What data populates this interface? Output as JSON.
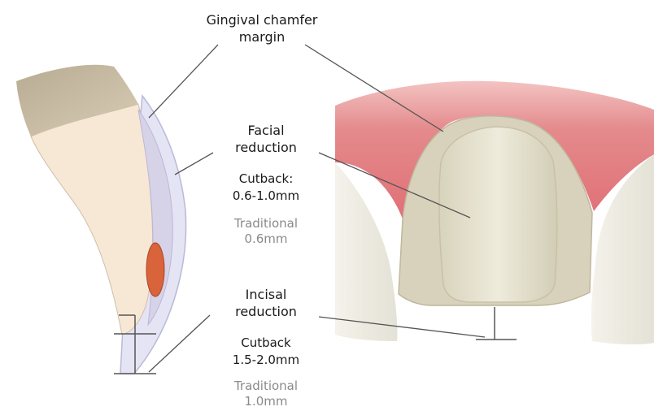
{
  "labels": {
    "gingival": {
      "line1": "Gingival chamfer",
      "line2": "margin"
    },
    "facial": {
      "line1": "Facial",
      "line2": "reduction"
    },
    "facial_cutback": {
      "line1": "Cutback:",
      "line2": "0.6-1.0mm"
    },
    "facial_traditional": {
      "line1": "Traditional",
      "line2": "0.6mm"
    },
    "incisal": {
      "line1": "Incisal",
      "line2": "reduction"
    },
    "incisal_cutback": {
      "line1": "Cutback",
      "line2": "1.5-2.0mm"
    },
    "incisal_traditional": {
      "line1": "Traditional",
      "line2": "1.0mm"
    }
  },
  "colors": {
    "gingiva": "#e07a7f",
    "gingiva_light": "#f2b8b8",
    "tooth_side": "#e8e4d6",
    "prep_core": "#e4e0c8",
    "dentin": "#f6e7d3",
    "enamel_outline": "#d9d9ee",
    "pulp": "#d9633a",
    "root_band": "#c9bca4",
    "leader": "#555555",
    "label_dark": "#1a1a1a",
    "label_gray": "#8a8a8a"
  }
}
